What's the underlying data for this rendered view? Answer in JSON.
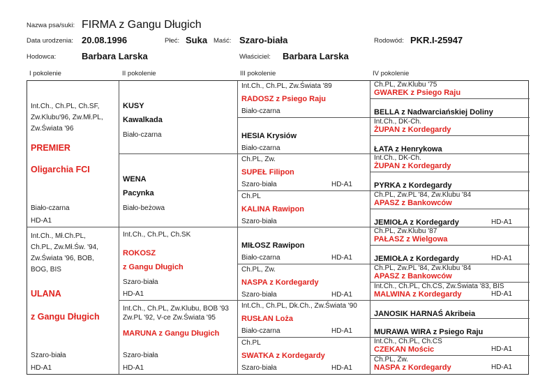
{
  "header": {
    "name_label": "Nazwa psa/suki:",
    "name": "FIRMA z Gangu Długich",
    "dob_label": "Data urodzenia:",
    "dob": "20.08.1996",
    "sex_label": "Płeć:",
    "sex": "Suka",
    "color_label": "Maść:",
    "color": "Szaro-biała",
    "pedigree_label": "Rodowód:",
    "pedigree": "PKR.I-25947",
    "breeder_label": "Hodowca:",
    "breeder": "Barbara Larska",
    "owner_label": "Właściciel:",
    "owner": "Barbara Larska"
  },
  "generations": [
    "I pokolenie",
    "II pokolenie",
    "III pokolenie",
    "IV pokolenie"
  ],
  "accent": "#e0221e",
  "gen1": [
    {
      "titles": [
        "Int.Ch., Ch.PL, Ch.SF,",
        "Zw.Klubu'96, Zw.Mł.PL,",
        "Zw.Świata '96"
      ],
      "name": [
        "PREMIER",
        "Oligarchia FCI"
      ],
      "color": "Biało-czarna",
      "hd": "HD-A1"
    },
    {
      "titles": [
        "Int.Ch., Mł.Ch.PL,",
        "Ch.PL, Zw.Mł.Św. '94,",
        "Zw.Świata '96, BOB,",
        "BOG, BIS"
      ],
      "name": [
        "ULANA",
        "z Gangu Długich"
      ],
      "color": "Szaro-biała",
      "hd": "HD-A1"
    }
  ],
  "gen2": [
    {
      "titles": [],
      "name": [
        "KUSY",
        "Kawalkada"
      ],
      "color": "Biało-czarna",
      "hd": ""
    },
    {
      "titles": [],
      "name": [
        "WENA",
        "Pacynka"
      ],
      "color": "Biało-beżowa",
      "hd": ""
    },
    {
      "titles": [
        "Int.Ch., Ch.PL, Ch.SK"
      ],
      "name": [
        "ROKOSZ",
        "z Gangu Długich"
      ],
      "color": "Szaro-biała",
      "hd": "HD-A1"
    },
    {
      "titles": [
        "Int.Ch., Ch.PL, Zw.Klubu, BOB '93",
        "Zw.PL '92, V-ce Zw.Świata '95"
      ],
      "name": [
        "MARUNA z Gangu Długich"
      ],
      "color": "Szaro-biała",
      "hd": "HD-A1"
    }
  ],
  "gen3": [
    {
      "title": "Int.Ch., Ch.PL, Zw.Świata '89",
      "name": "RADOSZ z Psiego Raju",
      "color": "Biało-czarna",
      "hd": ""
    },
    {
      "title": "",
      "name": "HESIA Krysiów",
      "color": "Biało-czarna",
      "hd": ""
    },
    {
      "title": "Ch.PL, Zw.",
      "name": "SUPEŁ Filipon",
      "color": "Szaro-biała",
      "hd": "HD-A1"
    },
    {
      "title": "Ch.PL",
      "name": "KALINA Rawipon",
      "color": "Szaro-biała",
      "hd": ""
    },
    {
      "title": "",
      "name": "MIŁOSZ Rawipon",
      "color": "Biało-czarna",
      "hd": "HD-A1"
    },
    {
      "title": "Ch.PL, Zw.",
      "name": "NASPA z Kordegardy",
      "color": "Szaro-biała",
      "hd": "HD-A1"
    },
    {
      "title": "Int.Ch., Ch.PL, Dk.Ch., Zw.Świata '90",
      "name": "RUSŁAN Loża",
      "color": "Biało-czarna",
      "hd": "HD-A1"
    },
    {
      "title": "Ch.PL",
      "name": "SWATKA z Kordegardy",
      "color": "Szaro-biała",
      "hd": "HD-A1"
    }
  ],
  "gen4": [
    {
      "title": "Ch.PL, Zw.Klubu '75",
      "name": "GWAREK z Psiego Raju",
      "hd": ""
    },
    {
      "title": "",
      "name": "BELLA z Nadwarciańskiej Doliny",
      "hd": ""
    },
    {
      "title": "Int.Ch., DK-Ch.",
      "name": "ŻUPAN z Kordegardy",
      "hd": ""
    },
    {
      "title": "",
      "name": "ŁATA z Henrykowa",
      "hd": ""
    },
    {
      "title": "Int.Ch., DK-Ch.",
      "name": "ŻUPAN z Kordegardy",
      "hd": ""
    },
    {
      "title": "",
      "name": "PYRKA z Kordegardy",
      "hd": ""
    },
    {
      "title": "Ch.PL, Zw.PL '84, Zw.Klubu '84",
      "name": "APASZ z Bankowców",
      "hd": ""
    },
    {
      "title": "",
      "name": "JEMIOŁA z Kordegardy",
      "hd": "HD-A1"
    },
    {
      "title": "Ch.PL, Zw.Klubu '87",
      "name": "PAŁASZ z Wielgowa",
      "hd": ""
    },
    {
      "title": "",
      "name": "JEMIOŁA z Kordegardy",
      "hd": "HD-A1"
    },
    {
      "title": "Ch.PL, Zw.PL '84, Zw.Klubu '84",
      "name": "APASZ z Bankowców",
      "hd": ""
    },
    {
      "title": "Int.Ch., Ch.PL, Ch.CS, Zw.Świata '83, BIS",
      "name": "MALWINA z Kordegardy",
      "hd": "HD-A1"
    },
    {
      "title": "",
      "name": "JANOSIK HARNAŚ Akribeia",
      "hd": ""
    },
    {
      "title": "",
      "name": "MURAWA WIRA z Psiego Raju",
      "hd": ""
    },
    {
      "title": "Int.Ch., Ch.PL, Ch.CS",
      "name": "CZEKAN Mościc",
      "hd": "HD-A1"
    },
    {
      "title": "Ch.PL, Zw.",
      "name": "NASPA z Kordegardy",
      "hd": "HD-A1"
    }
  ]
}
